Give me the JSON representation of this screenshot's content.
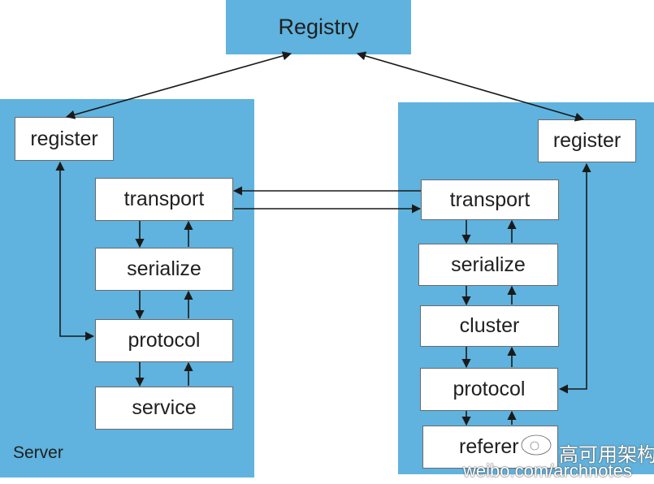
{
  "registry": {
    "label": "Registry"
  },
  "server": {
    "label": "Server",
    "register": "register",
    "transport": "transport",
    "serialize": "serialize",
    "protocol": "protocol",
    "service": "service"
  },
  "client": {
    "label": "",
    "register": "register",
    "transport": "transport",
    "serialize": "serialize",
    "cluster": "cluster",
    "protocol": "protocol",
    "reference": "referer"
  },
  "watermark": {
    "title": "高可用架构",
    "url": "weibo.com/archnotes",
    "logo_icon": "weibo-logo-icon"
  },
  "colors": {
    "panel": "#5fb3de",
    "box": "#ffffff",
    "arrow": "#1a1a1a"
  }
}
